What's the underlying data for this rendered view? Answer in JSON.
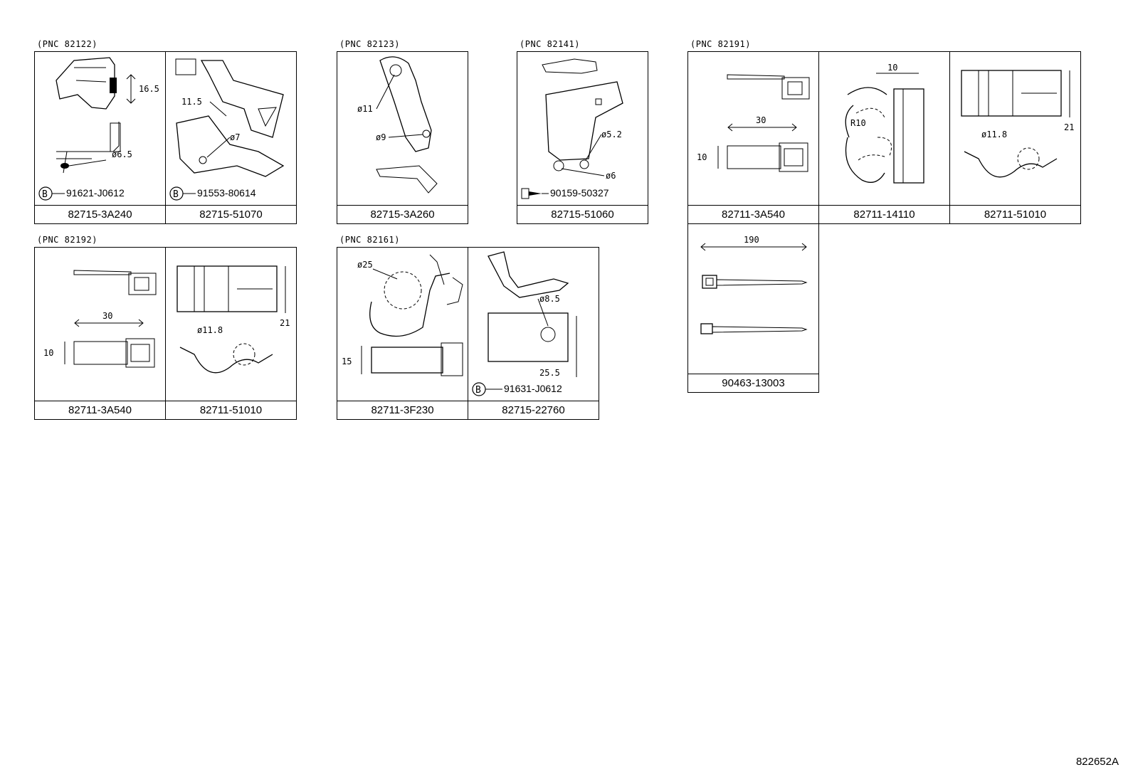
{
  "diagram_code": "822652A",
  "groups": [
    {
      "pnc": "(PNC 82122)",
      "parts": [
        {
          "part_number": "82715-3A240",
          "fastener": "91621-J0612",
          "fastener_symbol": "B",
          "dims": [
            "16.5",
            "ø6.5"
          ]
        },
        {
          "part_number": "82715-51070",
          "fastener": "91553-80614",
          "fastener_symbol": "B",
          "dims": [
            "11.5",
            "ø7"
          ]
        }
      ]
    },
    {
      "pnc": "(PNC 82123)",
      "parts": [
        {
          "part_number": "82715-3A260",
          "dims": [
            "ø11",
            "ø9"
          ]
        }
      ]
    },
    {
      "pnc": "(PNC 82141)",
      "parts": [
        {
          "part_number": "82715-51060",
          "fastener": "90159-50327",
          "dims": [
            "ø5.2",
            "ø6"
          ]
        }
      ]
    },
    {
      "pnc": "(PNC 82191)",
      "parts": [
        {
          "part_number": "82711-3A540",
          "dims": [
            "30",
            "10"
          ]
        },
        {
          "part_number": "82711-14110",
          "dims": [
            "10",
            "R10"
          ]
        },
        {
          "part_number": "82711-51010",
          "dims": [
            "21",
            "ø11.8"
          ]
        },
        {
          "part_number": "90463-13003",
          "dims": [
            "190"
          ]
        }
      ]
    },
    {
      "pnc": "(PNC 82192)",
      "parts": [
        {
          "part_number": "82711-3A540",
          "dims": [
            "30",
            "10"
          ]
        },
        {
          "part_number": "82711-51010",
          "dims": [
            "21",
            "ø11.8"
          ]
        }
      ]
    },
    {
      "pnc": "(PNC 82161)",
      "parts": [
        {
          "part_number": "82711-3F230",
          "dims": [
            "ø25",
            "15"
          ]
        },
        {
          "part_number": "82715-22760",
          "fastener": "91631-J0612",
          "fastener_symbol": "B",
          "dims": [
            "ø8.5",
            "25.5"
          ]
        }
      ]
    }
  ]
}
